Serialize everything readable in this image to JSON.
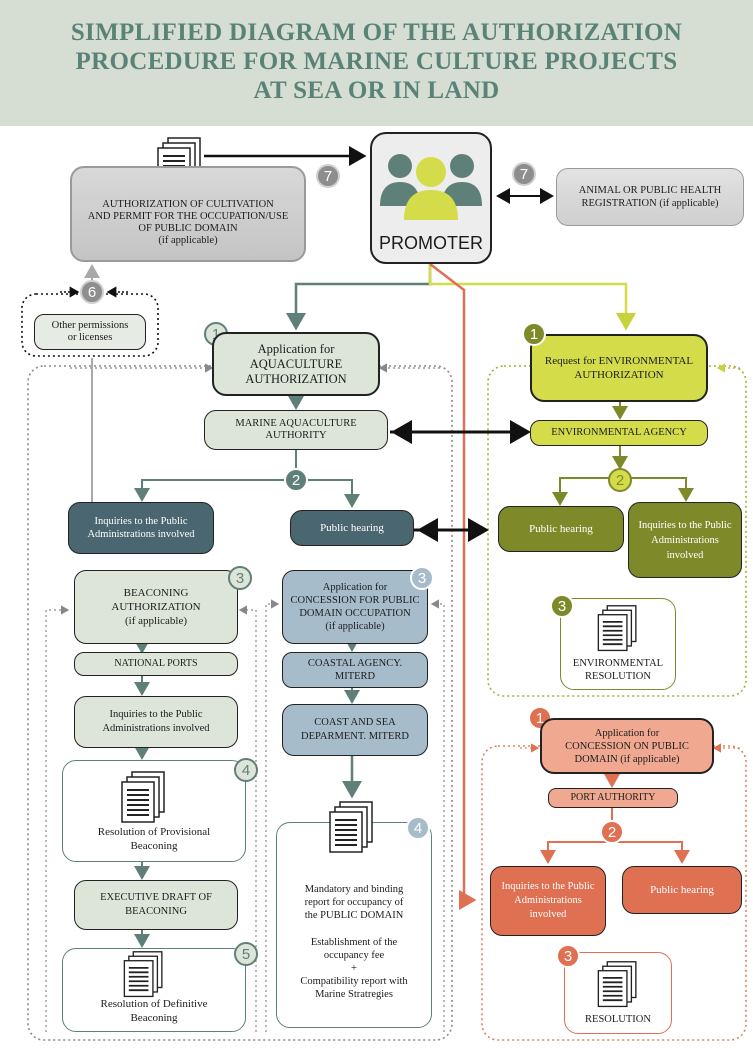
{
  "title": {
    "line1": "SIMPLIFIED DIAGRAM OF THE AUTHORIZATION",
    "line2": "PROCEDURE FOR MARINE CULTURE PROJECTS",
    "line3": "AT SEA OR IN LAND"
  },
  "top": {
    "promoter": "PROMOTER",
    "authorization_cultivation": [
      "AUTHORIZATION OF CULTIVATION",
      "AND PERMIT FOR THE OCCUPATION/USE",
      "OF PUBLIC DOMAIN",
      "(if applicable)"
    ],
    "health_registration": [
      "ANIMAL OR PUBLIC HEALTH",
      "REGISTRATION (if applicable)"
    ],
    "other_permissions": [
      "Other permissions",
      "or licenses"
    ]
  },
  "aquaculture": {
    "application": [
      "Application for",
      "AQUACULTURE",
      "AUTHORIZATION"
    ],
    "authority": [
      "MARINE AQUACULTURE",
      "AUTHORITY"
    ],
    "inquiries": [
      "Inquiries to the Public",
      "Administrations involved"
    ],
    "public_hearing": "Public hearing"
  },
  "beaconing": {
    "authorization": [
      "BEACONING",
      "AUTHORIZATION",
      "(if applicable)"
    ],
    "national_ports": "NATIONAL PORTS",
    "inquiries": [
      "Inquiries to the Public",
      "Administrations involved"
    ],
    "provisional": [
      "Resolution of Provisional",
      "Beaconing"
    ],
    "executive_draft": [
      "EXECUTIVE DRAFT OF",
      "BEACONING"
    ],
    "definitive": [
      "Resolution of Definitive",
      "Beaconing"
    ]
  },
  "concession": {
    "application": [
      "Application for",
      "CONCESSION FOR PUBLIC",
      "DOMAIN OCCUPATION",
      "(if applicable)"
    ],
    "coastal_agency": [
      "COASTAL AGENCY.",
      "MITERD"
    ],
    "coast_sea": [
      "COAST AND SEA",
      "DEPARMENT. MITERD"
    ],
    "report": [
      "Mandatory and binding",
      "report for occupancy of",
      "the PUBLIC DOMAIN"
    ],
    "fee": [
      "Establishment of the",
      "occupancy fee"
    ],
    "plus": "+",
    "compat": [
      "Compatibility report with",
      "Marine Stratregies"
    ]
  },
  "environmental": {
    "request": [
      "Request for ENVIRONMENTAL",
      "AUTHORIZATION"
    ],
    "agency": "ENVIRONMENTAL AGENCY",
    "public_hearing": "Public hearing",
    "inquiries": [
      "Inquiries to the Public",
      "Administrations",
      "involved"
    ],
    "resolution": [
      "ENVIRONMENTAL",
      "RESOLUTION"
    ]
  },
  "port": {
    "application": [
      "Application for",
      "CONCESSION ON PUBLIC",
      "DOMAIN (if applicable)"
    ],
    "authority": "PORT AUTHORITY",
    "inquiries": [
      "Inquiries to the Public",
      "Administrations",
      "involved"
    ],
    "public_hearing": "Public hearing",
    "resolution": "RESOLUTION"
  },
  "badges": {
    "n1": "1",
    "n2": "2",
    "n3": "3",
    "n4": "4",
    "n5": "5",
    "n6": "6",
    "n7": "7"
  },
  "colors": {
    "header_bg": "#d6ddd3",
    "header_text": "#5a8378",
    "teal": "#5f8079",
    "pale_green": "#dde5d9",
    "slate": "#4a6670",
    "steel": "#a7bccb",
    "lime": "#d4dc4a",
    "olive": "#7e8a2a",
    "coral": "#e07052",
    "salmon": "#f0a990",
    "grey": "#c8c8c8"
  }
}
